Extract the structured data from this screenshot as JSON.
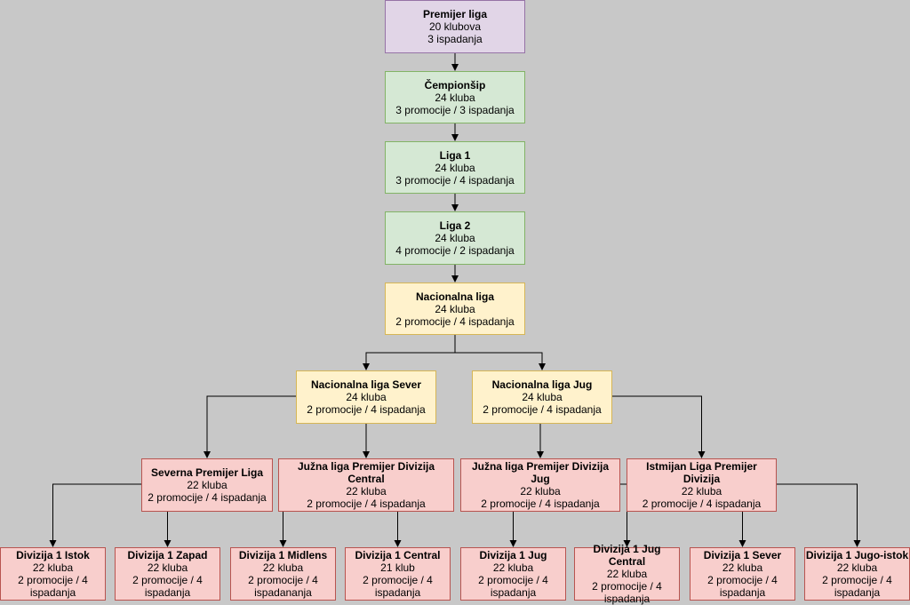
{
  "nodes": [
    {
      "id": "premier",
      "title": "Premijer liga",
      "lines": [
        "20 klubova",
        "3 ispadanja"
      ],
      "color": "purple"
    },
    {
      "id": "championship",
      "title": "Čempionšip",
      "lines": [
        "24 kluba",
        "3 promocije / 3 ispadanja"
      ],
      "color": "green"
    },
    {
      "id": "liga1",
      "title": "Liga 1",
      "lines": [
        "24 kluba",
        "3 promocije / 4 ispadanja"
      ],
      "color": "green"
    },
    {
      "id": "liga2",
      "title": "Liga 2",
      "lines": [
        "24 kluba",
        "4 promocije / 2 ispadanja"
      ],
      "color": "green"
    },
    {
      "id": "nacionalna",
      "title": "Nacionalna liga",
      "lines": [
        "24 kluba",
        "2 promocije / 4 ispadanja"
      ],
      "color": "yellow"
    },
    {
      "id": "nac-sever",
      "title": "Nacionalna liga Sever",
      "lines": [
        "24 kluba",
        "2 promocije / 4 ispadanja"
      ],
      "color": "yellow"
    },
    {
      "id": "nac-jug",
      "title": "Nacionalna liga Jug",
      "lines": [
        "24 kluba",
        "2 promocije / 4 ispadanja"
      ],
      "color": "yellow"
    },
    {
      "id": "severna-premijer",
      "title": "Severna Premijer Liga",
      "lines": [
        "22 kluba",
        "2 promocije / 4 ispadanja"
      ],
      "color": "red"
    },
    {
      "id": "juzna-central",
      "title": "Južna liga Premijer Divizija Central",
      "lines": [
        "22 kluba",
        "2 promocije / 4 ispadanja"
      ],
      "color": "red"
    },
    {
      "id": "juzna-jug",
      "title": "Južna liga Premijer Divizija Jug",
      "lines": [
        "22 kluba",
        "2 promocije / 4 ispadanja"
      ],
      "color": "red"
    },
    {
      "id": "istmijan",
      "title": "Istmijan Liga Premijer Divizija",
      "lines": [
        "22 kluba",
        "2 promocije / 4 ispadanja"
      ],
      "color": "red"
    },
    {
      "id": "div1-istok",
      "title": "Divizija 1 Istok",
      "lines": [
        "22 kluba",
        "2 promocije / 4",
        "ispadanja"
      ],
      "color": "red"
    },
    {
      "id": "div1-zapad",
      "title": "Divizija 1 Zapad",
      "lines": [
        "22 kluba",
        "2 promocije / 4",
        "ispadanja"
      ],
      "color": "red"
    },
    {
      "id": "div1-midlens",
      "title": "Divizija 1 Midlens",
      "lines": [
        "22 kluba",
        "2 promocije / 4",
        "ispadananja"
      ],
      "color": "red"
    },
    {
      "id": "div1-central",
      "title": "Divizija 1 Central",
      "lines": [
        "21 klub",
        "2 promocije / 4",
        "ispadanja"
      ],
      "color": "red"
    },
    {
      "id": "div1-jug",
      "title": "Divizija 1 Jug",
      "lines": [
        "22 kluba",
        "2 promocije / 4",
        "ispadanja"
      ],
      "color": "red"
    },
    {
      "id": "div1-jug-central",
      "title": "Divizija 1 Jug Central",
      "lines": [
        "22 kluba",
        "2 promocije / 4",
        "ispadanja"
      ],
      "color": "red"
    },
    {
      "id": "div1-sever",
      "title": "Divizija 1 Sever",
      "lines": [
        "22 kluba",
        "2 promocije / 4",
        "ispadanja"
      ],
      "color": "red"
    },
    {
      "id": "div1-jugo-istok",
      "title": "Divizija 1 Jugo-istok",
      "lines": [
        "22 kluba",
        "2 promocije / 4",
        "ispadanja"
      ],
      "color": "red"
    }
  ],
  "edges": [
    {
      "from": "premier",
      "to": "championship"
    },
    {
      "from": "championship",
      "to": "liga1"
    },
    {
      "from": "liga1",
      "to": "liga2"
    },
    {
      "from": "liga2",
      "to": "nacionalna"
    },
    {
      "from": "nacionalna",
      "to": "nac-sever"
    },
    {
      "from": "nacionalna",
      "to": "nac-jug"
    },
    {
      "from": "nac-sever",
      "to": "severna-premijer"
    },
    {
      "from": "nac-sever",
      "to": "juzna-central"
    },
    {
      "from": "nac-jug",
      "to": "juzna-jug"
    },
    {
      "from": "nac-jug",
      "to": "istmijan"
    },
    {
      "from": "severna-premijer",
      "to": "div1-istok"
    },
    {
      "from": "severna-premijer",
      "to": "div1-zapad"
    },
    {
      "from": "juzna-central",
      "to": "div1-midlens"
    },
    {
      "from": "juzna-central",
      "to": "div1-central"
    },
    {
      "from": "juzna-jug",
      "to": "div1-jug"
    },
    {
      "from": "juzna-jug",
      "to": "div1-jug-central"
    },
    {
      "from": "istmijan",
      "to": "div1-sever"
    },
    {
      "from": "istmijan",
      "to": "div1-jugo-istok"
    }
  ]
}
